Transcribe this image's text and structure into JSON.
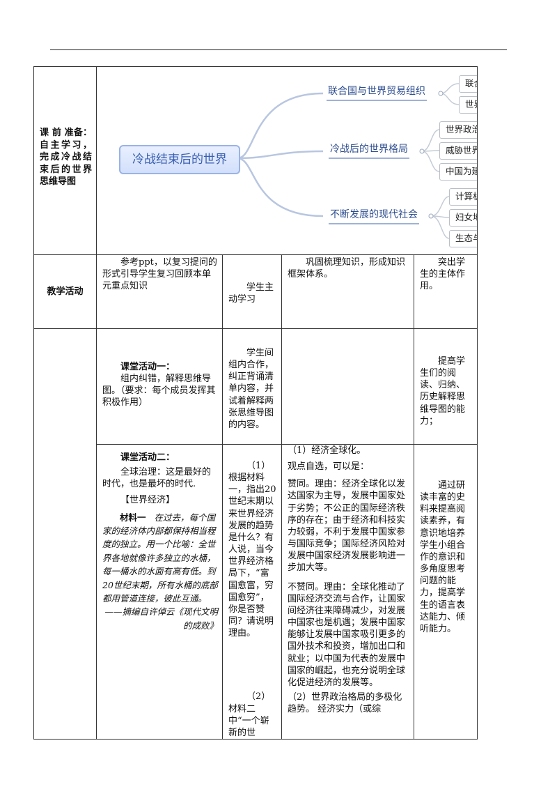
{
  "prep": {
    "label": "课 前 准备：自主学习，完成冷战结束后的世界思维导图"
  },
  "mindmap": {
    "root": "冷战结束后的世界",
    "branches": [
      {
        "label": "联合国与世界贸易组织",
        "children": [
          "联合国",
          "世界贸易组织"
        ]
      },
      {
        "label": "冷战后的世界格局",
        "children": [
          "世界政治格局朝着多极化",
          "威胁世界安全的因素",
          "中国为建立新秩序努力"
        ]
      },
      {
        "label": "不断发展的现代社会",
        "children": [
          "计算机网络与现代生活",
          "妇女地位提高",
          "生态与人口问题"
        ]
      }
    ]
  },
  "activity": {
    "label": "教学活动",
    "teacher": "参考ppt，以复习提问的形式引导学生复习回顾本单元重点知识",
    "student": "学生主动学习",
    "content": "巩固梳理知识，形成知识框架体系。",
    "intent": "突出学生的主体作用。"
  },
  "act1": {
    "title": "课堂活动一：",
    "text": "组内纠错，解释思维导图。（要求：每个成员发挥其积极作用）",
    "student": "学生间组内合作，纠正背诵清单内容，并试着解释两张思维导图的内容。",
    "intent": "提高学生们的阅读、归纳、历史解释思维导图的能力；"
  },
  "act2": {
    "title": "课堂活动二：",
    "intro": "全球治理：这是最好的时代，也是最坏的时代.",
    "section": "【世界经济】",
    "material_title": "材料一",
    "material": "在过去，每个国家的经济体内部都保持相当程度的独立。用一个比喻：全世界各地就像许多独立的水桶，每一桶水的水面有高有低。到20世纪末期，所有水桶的底部都用管道连接，彼此互通。",
    "source": "——摘编自许倬云《现代文明的成败》",
    "question1": "（1）根据材料一，指出20世纪末期以来世界经济发展的趋势是什么？有人说，当今世界经济格局下，“富国愈富，穷国愈穷”，你是否赞同？请说明理由。",
    "question2": "（2）材料二中“一个崭新的世",
    "answer_title": "（1）经济全球化。",
    "answer_open": "观点自选，可以是：",
    "answer_agree": "赞同。理由：经济全球化以发达国家为主导，发展中国家处于劣势；不公正的国际经济秩序的存在；由于经济和科技实力较弱，不利于发展中国家参与国际竞争；国际经济风险对发展中国家经济发展影响进一步加大等。",
    "answer_disagree": "不赞同。理由：全球化推动了国际经济交流与合作，让国家间经济往来障碍减少，对发展中国家也是机遇；发展中国家能够让发展中国家吸引更多的国外技术和投资，增加出口和就业；以中国为代表的发展中国家的崛起，也充分说明全球化促进经济的发展等。",
    "answer_2": "（2）世界政治格局的多极化趋势。 经济实力（或综",
    "intent": "通过研读丰富的史料来提高阅读素养，有意识地培养学生小组合作的意识和多角度思考问题的能力，提高学生的语言表达能力、倾听能力。"
  }
}
